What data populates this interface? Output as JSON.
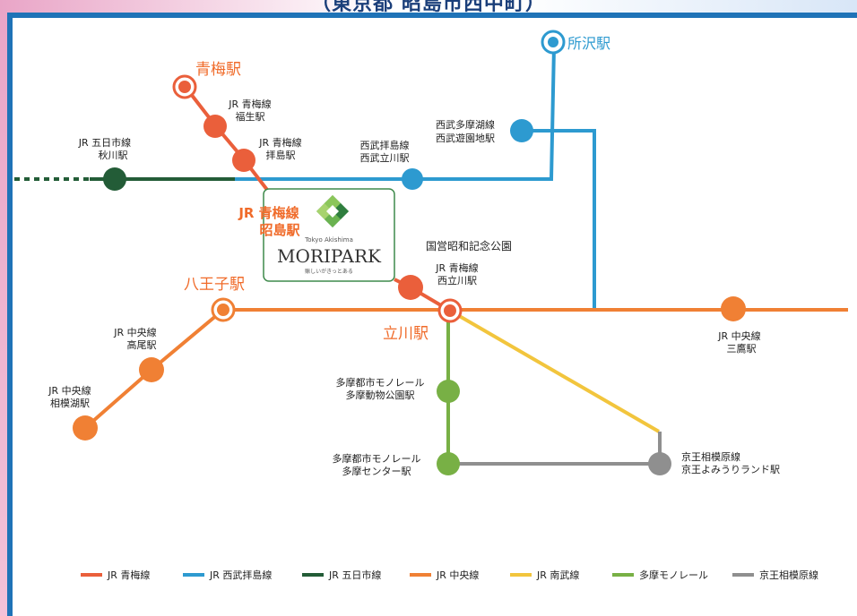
{
  "header": {
    "title": "（東京都 昭島市西中町）"
  },
  "colors": {
    "ome": "#ea5f3b",
    "seibu": "#2d9ad0",
    "itsukaichi": "#235c37",
    "chuo": "#f08034",
    "nambu": "#f2c53d",
    "monorail": "#78b045",
    "keio": "#8f8f8f",
    "frame": "#1f73b7",
    "major_station_label": "#f06b2a"
  },
  "stations": {
    "tokorozawa": "所沢駅",
    "seibu_yuenchi": [
      "西武多摩湖線",
      "西武遊園地駅"
    ],
    "ome": "青梅駅",
    "fussa": [
      "JR 青梅線",
      "福生駅"
    ],
    "haijima": [
      "JR 青梅線",
      "拝島駅"
    ],
    "akigawa": [
      "JR 五日市線",
      "秋川駅"
    ],
    "nishi_tachikawa_seibu": [
      "西武拝島線",
      "西武立川駅"
    ],
    "akishima": [
      "JR 青梅線",
      "昭島駅"
    ],
    "showa_park": "国営昭和記念公園",
    "nishi_tachikawa": [
      "JR 青梅線",
      "西立川駅"
    ],
    "hachioji": "八王子駅",
    "tachikawa": "立川駅",
    "mitaka": [
      "JR 中央線",
      "三鷹駅"
    ],
    "takao": [
      "JR 中央線",
      "高尾駅"
    ],
    "sagamiko": [
      "JR 中央線",
      "相模湖駅"
    ],
    "tama_zoo": [
      "多摩都市モノレール",
      "多摩動物公園駅"
    ],
    "tama_center": [
      "多摩都市モノレール",
      "多摩センター駅"
    ],
    "keio_yomiuriland": [
      "京王相模原線",
      "京王よみうりランド駅"
    ]
  },
  "logo": {
    "tagline": "Tokyo Akishima",
    "name": "MORIPARK",
    "slogan": "賑しいがきっとある",
    "icon": "green-diamond-logo-icon"
  },
  "legend": [
    {
      "label": "JR 青梅線",
      "color": "#ea5f3b"
    },
    {
      "label": "JR 西武拝島線",
      "color": "#2d9ad0"
    },
    {
      "label": "JR 五日市線",
      "color": "#235c37"
    },
    {
      "label": "JR 中央線",
      "color": "#f08034"
    },
    {
      "label": "JR 南武線",
      "color": "#f2c53d"
    },
    {
      "label": "多摩モノレール",
      "color": "#78b045"
    },
    {
      "label": "京王相模原線",
      "color": "#8f8f8f"
    }
  ]
}
